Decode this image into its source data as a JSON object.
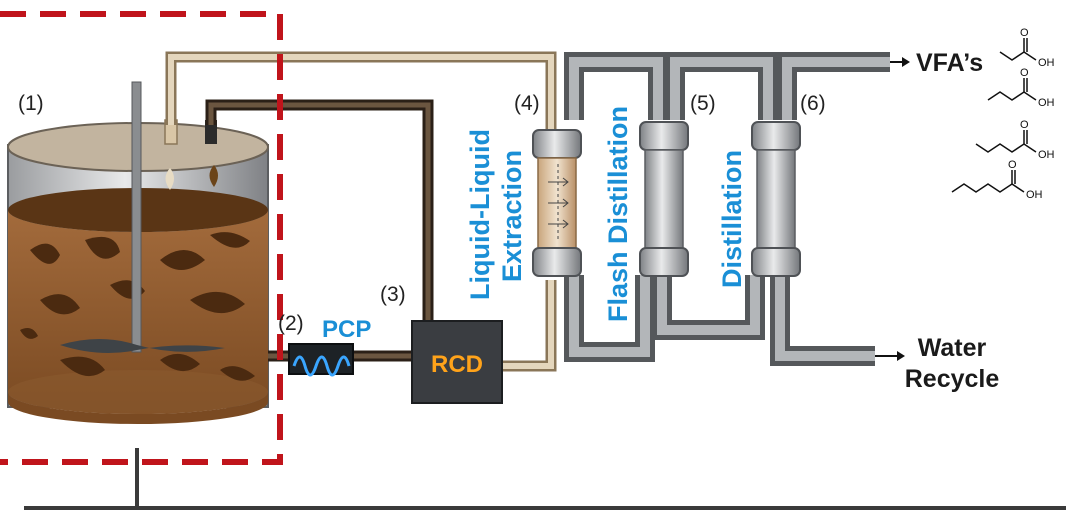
{
  "labels": {
    "step1": "(1)",
    "step2": "(2)",
    "step3": "(3)",
    "step4": "(4)",
    "step5": "(5)",
    "step6": "(6)"
  },
  "units": {
    "pcp": "PCP",
    "rcd": "RCD",
    "lle_line1": "Liquid-Liquid",
    "lle_line2": "Extraction",
    "flash": "Flash Distillation",
    "distillation": "Distillation"
  },
  "outputs": {
    "vfa": "VFA’s",
    "water_line1": "Water",
    "water_line2": "Recycle"
  },
  "chem": {
    "o": "O",
    "oh": "OH"
  },
  "colors": {
    "boundary_dash": "#c0141b",
    "text_blue": "#1a8fd6",
    "pipe_tan": "#c9ae88",
    "pipe_dark": "#4a3a28",
    "pipe_grey": "#8d9094"
  }
}
